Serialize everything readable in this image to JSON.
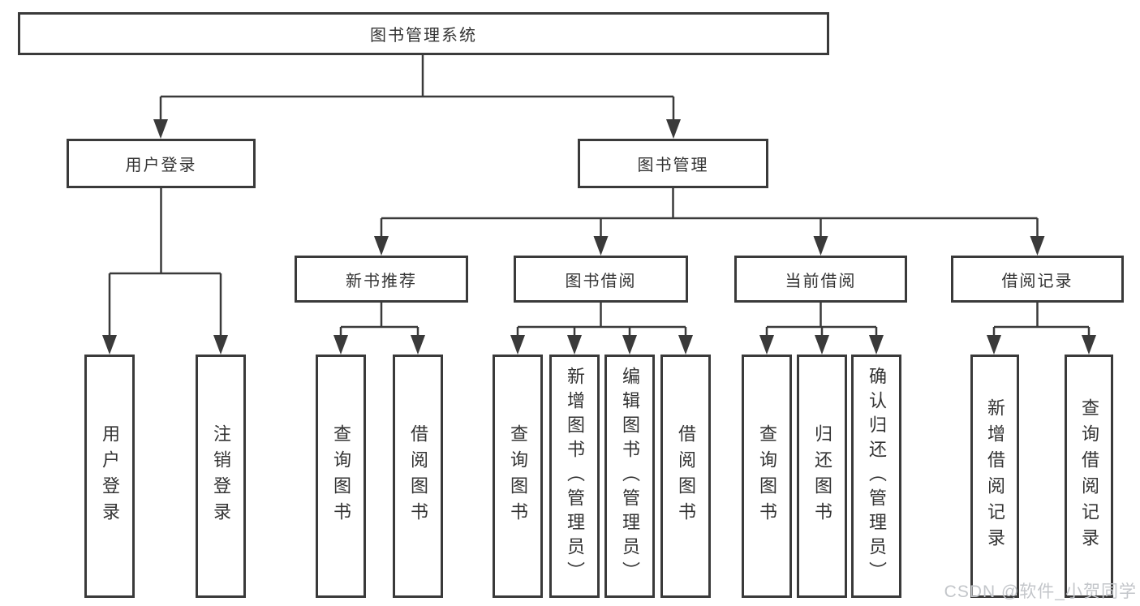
{
  "diagram": {
    "title": "图书管理系统",
    "nodes": {
      "root": {
        "label": "图书管理系统"
      },
      "user_login": {
        "label": "用户登录"
      },
      "book_mgmt": {
        "label": "图书管理"
      },
      "new_book_rec": {
        "label": "新书推荐"
      },
      "book_borrow": {
        "label": "图书借阅"
      },
      "current_borrow": {
        "label": "当前借阅"
      },
      "borrow_records": {
        "label": "借阅记录"
      },
      "leaf_user_login": {
        "label": "用户登录"
      },
      "leaf_logout": {
        "label": "注销登录"
      },
      "leaf_query_book_rec": {
        "label": "查询图书"
      },
      "leaf_borrow_book_rec": {
        "label": "借阅图书"
      },
      "leaf_query_book_borrow": {
        "label": "查询图书"
      },
      "leaf_add_book_admin": {
        "label": "新增图书（管理员）"
      },
      "leaf_edit_book_admin": {
        "label": "编辑图书（管理员）"
      },
      "leaf_borrow_book_borrow": {
        "label": "借阅图书"
      },
      "leaf_query_book_current": {
        "label": "查询图书"
      },
      "leaf_return_book": {
        "label": "归还图书"
      },
      "leaf_confirm_return_admin": {
        "label": "确认归还（管理员）"
      },
      "leaf_add_borrow_record": {
        "label": "新增借阅记录"
      },
      "leaf_query_borrow_record": {
        "label": "查询借阅记录"
      }
    },
    "edges": [
      [
        "root",
        "user_login"
      ],
      [
        "root",
        "book_mgmt"
      ],
      [
        "user_login",
        "leaf_user_login"
      ],
      [
        "user_login",
        "leaf_logout"
      ],
      [
        "book_mgmt",
        "new_book_rec"
      ],
      [
        "book_mgmt",
        "book_borrow"
      ],
      [
        "book_mgmt",
        "current_borrow"
      ],
      [
        "book_mgmt",
        "borrow_records"
      ],
      [
        "new_book_rec",
        "leaf_query_book_rec"
      ],
      [
        "new_book_rec",
        "leaf_borrow_book_rec"
      ],
      [
        "book_borrow",
        "leaf_query_book_borrow"
      ],
      [
        "book_borrow",
        "leaf_add_book_admin"
      ],
      [
        "book_borrow",
        "leaf_edit_book_admin"
      ],
      [
        "book_borrow",
        "leaf_borrow_book_borrow"
      ],
      [
        "current_borrow",
        "leaf_query_book_current"
      ],
      [
        "current_borrow",
        "leaf_return_book"
      ],
      [
        "current_borrow",
        "leaf_confirm_return_admin"
      ],
      [
        "borrow_records",
        "leaf_add_borrow_record"
      ],
      [
        "borrow_records",
        "leaf_query_borrow_record"
      ]
    ],
    "watermark": "CSDN @软件_小贺同学",
    "colors": {
      "line": "#3a3a3a",
      "text": "#333333",
      "box_bg": "#ffffff",
      "watermark": "#c3c6ca",
      "background": "#ffffff"
    }
  }
}
